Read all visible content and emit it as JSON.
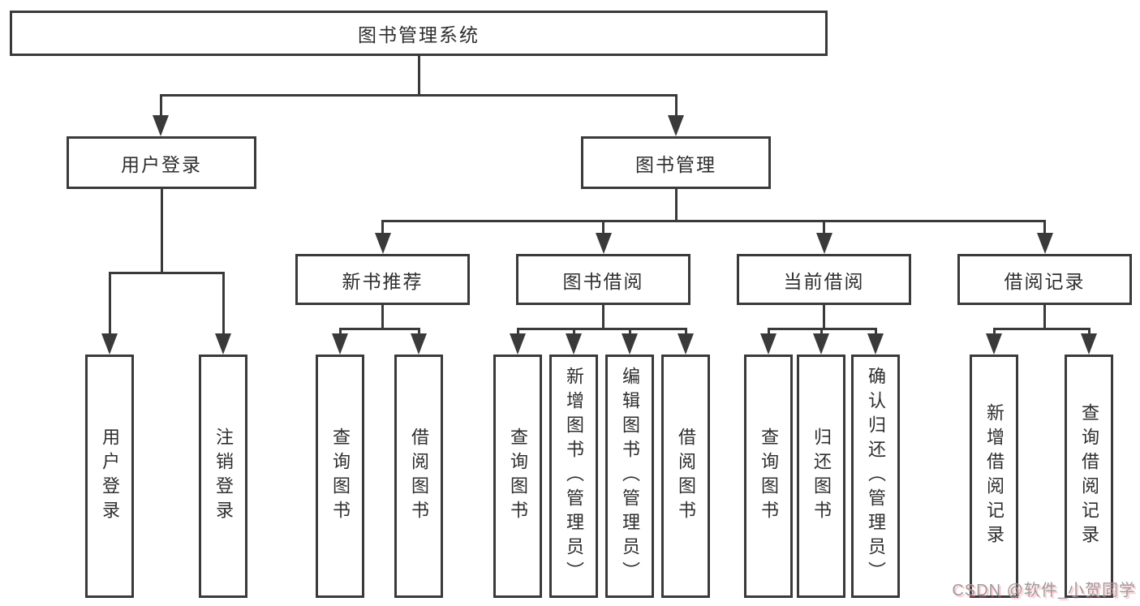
{
  "diagram": {
    "root": {
      "label": "图书管理系统"
    },
    "level2": [
      {
        "label": "用户登录"
      },
      {
        "label": "图书管理"
      }
    ],
    "level3": [
      {
        "label": "新书推荐"
      },
      {
        "label": "图书借阅"
      },
      {
        "label": "当前借阅"
      },
      {
        "label": "借阅记录"
      }
    ],
    "leaves": {
      "login": [
        "用户登录",
        "注销登录"
      ],
      "newbook": [
        "查询图书",
        "借阅图书"
      ],
      "borrow": [
        "查询图书",
        "新增图书（管理员）",
        "编辑图书（管理员）",
        "借阅图书"
      ],
      "current": [
        "查询图书",
        "归还图书",
        "确认归还（管理员）"
      ],
      "records": [
        "新增借阅记录",
        "查询借阅记录"
      ]
    }
  },
  "watermark": {
    "text": "CSDN @软件_小贺同学"
  },
  "colors": {
    "line": "#3a3a3a",
    "box_border": "#3a3a3a",
    "text": "#2e2e2e",
    "background": "#ffffff",
    "watermark_text": "#9d9d9d",
    "watermark_shadow": "#fa788c"
  }
}
